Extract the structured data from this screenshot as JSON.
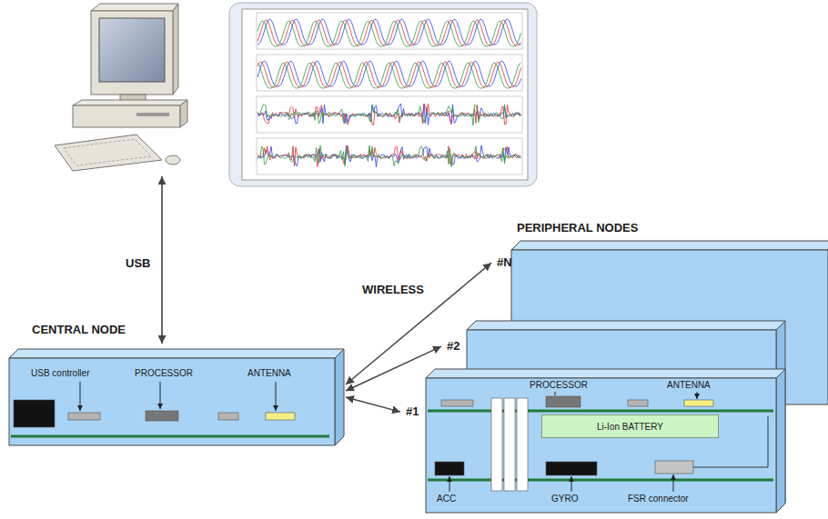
{
  "diagram": {
    "nodes": [
      {
        "text": [
          "CENTRAL NODE"
        ]
      },
      {
        "text": [
          "#N"
        ]
      },
      {
        "text": [
          "#2"
        ]
      },
      {
        "text": [
          "#1"
        ]
      },
      {
        "text": [
          "Li-Ion BATTERY"
        ],
        "in": 3
      }
    ],
    "edges": [
      {
        "from": 0,
        "to": 3,
        "arrow": "both"
      },
      {
        "from": 0,
        "to": 2,
        "arrow": "both"
      },
      {
        "from": 0,
        "to": 1,
        "arrow": "both"
      }
    ],
    "labels": [
      "USB",
      "WIRELESS",
      "PERIPHERAL NODES",
      "USB controller",
      "PROCESSOR",
      "ANTENNA",
      "PROCESSOR",
      "ANTENNA",
      "ACC",
      "GYRO",
      "FSR connector"
    ]
  }
}
